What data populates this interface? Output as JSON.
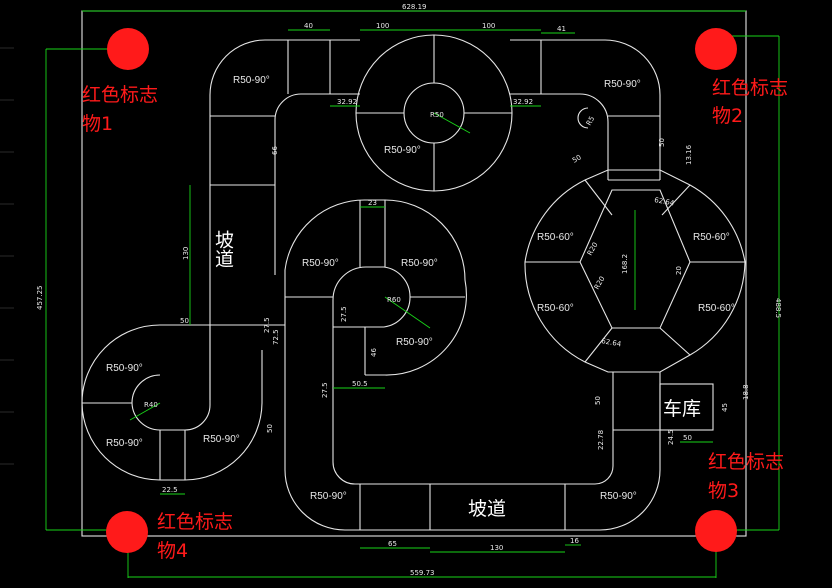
{
  "overall_dims": {
    "top_width": "628.19",
    "left_height": "457.25",
    "right_height": "488.5",
    "bottom_width": "559.73"
  },
  "labels": {
    "ramp_vertical": "坡道",
    "ramp_bottom": "坡道",
    "garage": "车库"
  },
  "markers": [
    {
      "id": "m1",
      "line1": "红色标志",
      "line2": "物1"
    },
    {
      "id": "m2",
      "line1": "红色标志",
      "line2": "物2"
    },
    {
      "id": "m3",
      "line1": "红色标志",
      "line2": "物3"
    },
    {
      "id": "m4",
      "line1": "红色标志",
      "line2": "物4"
    }
  ],
  "radius_labels": {
    "top_left": "R50-90°",
    "top_right": "R50-90°",
    "circle_left": "R50-90°",
    "mid_top_left": "R50-90°",
    "mid_top_right": "R50-90°",
    "mid_right": "R50-90°",
    "oct_tl": "R50-60°",
    "oct_tr": "R50-60°",
    "oct_bl": "R50-60°",
    "oct_br": "R50-60°",
    "ll_left": "R50-90°",
    "ll_bottom": "R50-90°",
    "ll_right": "R50-90°",
    "bot_left": "R50-90°",
    "bot_right": "R50-90°"
  },
  "dimensions": {
    "d40": "40",
    "d100a": "100",
    "d100b": "100",
    "d41": "41",
    "d3292a": "32.92",
    "d3292b": "32.92",
    "d50_tr": "50",
    "d1316": "13.16",
    "d66": "66",
    "d130v": "130",
    "d23": "23",
    "d50_oct": "50",
    "d6264a": "62.64",
    "d6264b": "62.64",
    "d1682": "168.2",
    "d20": "20",
    "d50_ll": "50",
    "d275a": "27.5",
    "d725": "72.5",
    "d275b": "27.5",
    "d46": "46",
    "d505": "50.5",
    "d275c": "27.5",
    "d50_bl": "50",
    "d225": "22.5",
    "d50_g": "50",
    "d45": "45",
    "d50_gw": "50",
    "d245": "24.5",
    "d2278": "22.78",
    "d188": "18.8",
    "d65": "65",
    "d130h": "130",
    "d16": "16",
    "r50_circle": "R50",
    "r60_mid": "R60",
    "r40_ll": "R40",
    "r20_oct": "R20",
    "r20_oct2": "R20",
    "r5": "R5"
  }
}
